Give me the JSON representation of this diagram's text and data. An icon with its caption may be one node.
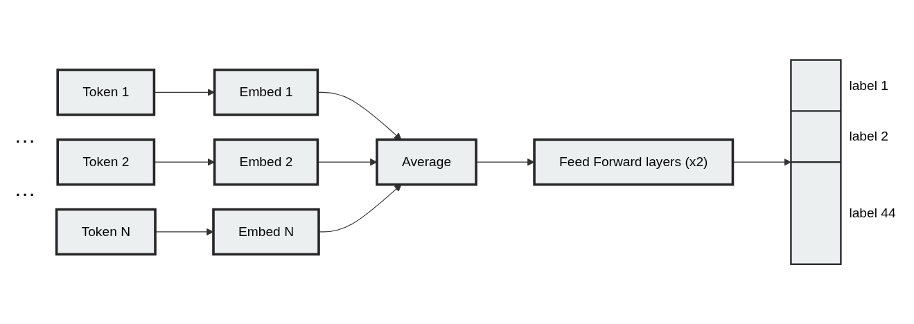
{
  "diagram": {
    "nodes": [
      {
        "text": [
          "Token 1"
        ]
      },
      {
        "text": [
          "Token 2"
        ]
      },
      {
        "text": [
          "Token N"
        ]
      },
      {
        "text": [
          "Embed 1"
        ]
      },
      {
        "text": [
          "Embed 2"
        ]
      },
      {
        "text": [
          "Embed N"
        ]
      },
      {
        "text": [
          "Average"
        ]
      },
      {
        "text": [
          "Feed Forward layers (x2)"
        ]
      },
      {
        "text": [],
        "shape": "bar",
        "beside": [
          "label 1",
          "label 2",
          "label 44"
        ]
      }
    ],
    "edges": [
      {
        "from": 0,
        "to": 3,
        "arrow": "to"
      },
      {
        "from": 1,
        "to": 4,
        "arrow": "to"
      },
      {
        "from": 2,
        "to": 5,
        "arrow": "to"
      },
      {
        "from": 3,
        "to": 6,
        "arrow": "to"
      },
      {
        "from": 4,
        "to": 6,
        "arrow": "to"
      },
      {
        "from": 5,
        "to": 6,
        "arrow": "to"
      },
      {
        "from": 6,
        "to": 7,
        "arrow": "to"
      },
      {
        "from": 7,
        "to": 8,
        "arrow": "to"
      }
    ],
    "labels": [
      "…",
      "…"
    ]
  }
}
